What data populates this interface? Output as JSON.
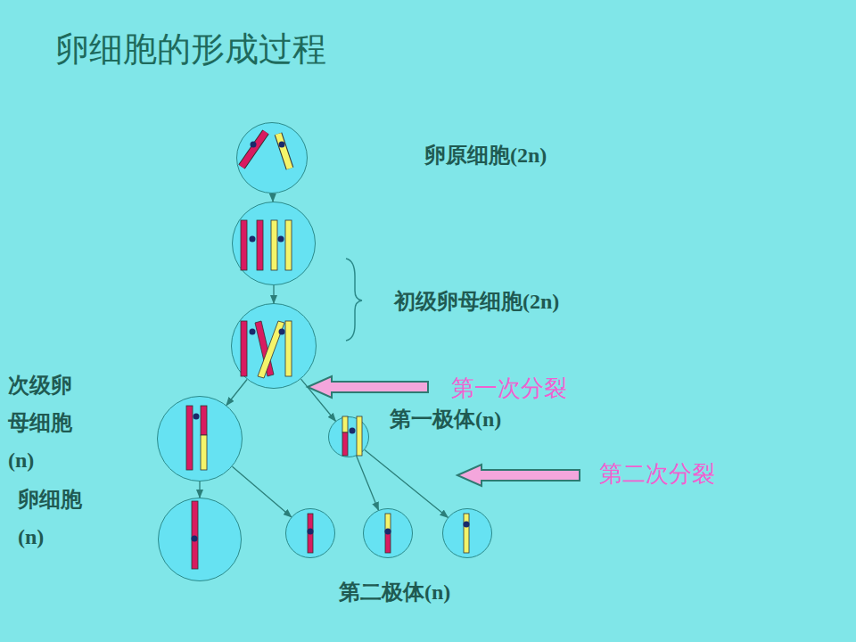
{
  "diagram": {
    "title": "卵细胞的形成过程",
    "nodes": [
      {
        "text": [
          "卵原细胞(2n)"
        ]
      },
      {
        "text": []
      },
      {
        "text": []
      },
      {
        "text": [
          "次级卵 母细胞 (n)"
        ]
      },
      {
        "text": [
          "第一极体(n)"
        ]
      },
      {
        "text": [
          "卵细胞 (n)"
        ]
      },
      {
        "text": []
      },
      {
        "text": []
      },
      {
        "text": []
      }
    ],
    "edges": [
      {
        "from": 0,
        "to": 1,
        "arrow": "to"
      },
      {
        "from": 1,
        "to": 2,
        "arrow": "to"
      },
      {
        "from": 2,
        "to": 3,
        "arrow": "to"
      },
      {
        "from": 2,
        "to": 4,
        "arrow": "to"
      },
      {
        "from": 3,
        "to": 5,
        "arrow": "to"
      },
      {
        "from": 3,
        "to": 6,
        "arrow": "to"
      },
      {
        "from": 4,
        "to": 7,
        "arrow": "to"
      },
      {
        "from": 4,
        "to": 8,
        "arrow": "to"
      }
    ],
    "labels": [
      "初级卵母细胞(2n)",
      "第一次分裂",
      "第二次分裂",
      "第二极体(n)"
    ]
  }
}
